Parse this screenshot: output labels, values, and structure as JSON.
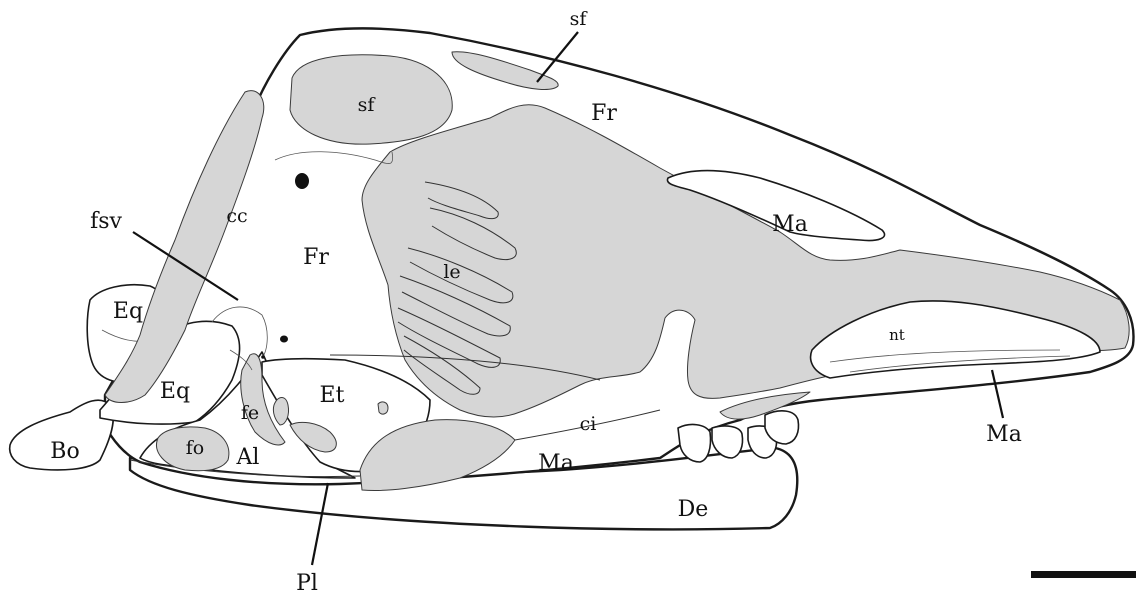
{
  "labels": {
    "sf_top": "sf",
    "sf_inner": "sf",
    "fr_top": "Fr",
    "fr_main": "Fr",
    "cc": "cc",
    "fsv": "fsv",
    "ma_upper": "Ma",
    "le": "le",
    "nt": "nt",
    "eq_upper": "Eq",
    "eq_lower": "Eq",
    "et": "Et",
    "fe": "fe",
    "ci": "ci",
    "ma_right": "Ma",
    "bo": "Bo",
    "fo": "fo",
    "al": "Al",
    "ma_lower": "Ma",
    "de": "De",
    "pl": "Pl"
  },
  "colors": {
    "matrix_fill": "#d6d6d6",
    "bone_fill": "#ffffff",
    "outline": "#1a1a1a"
  }
}
